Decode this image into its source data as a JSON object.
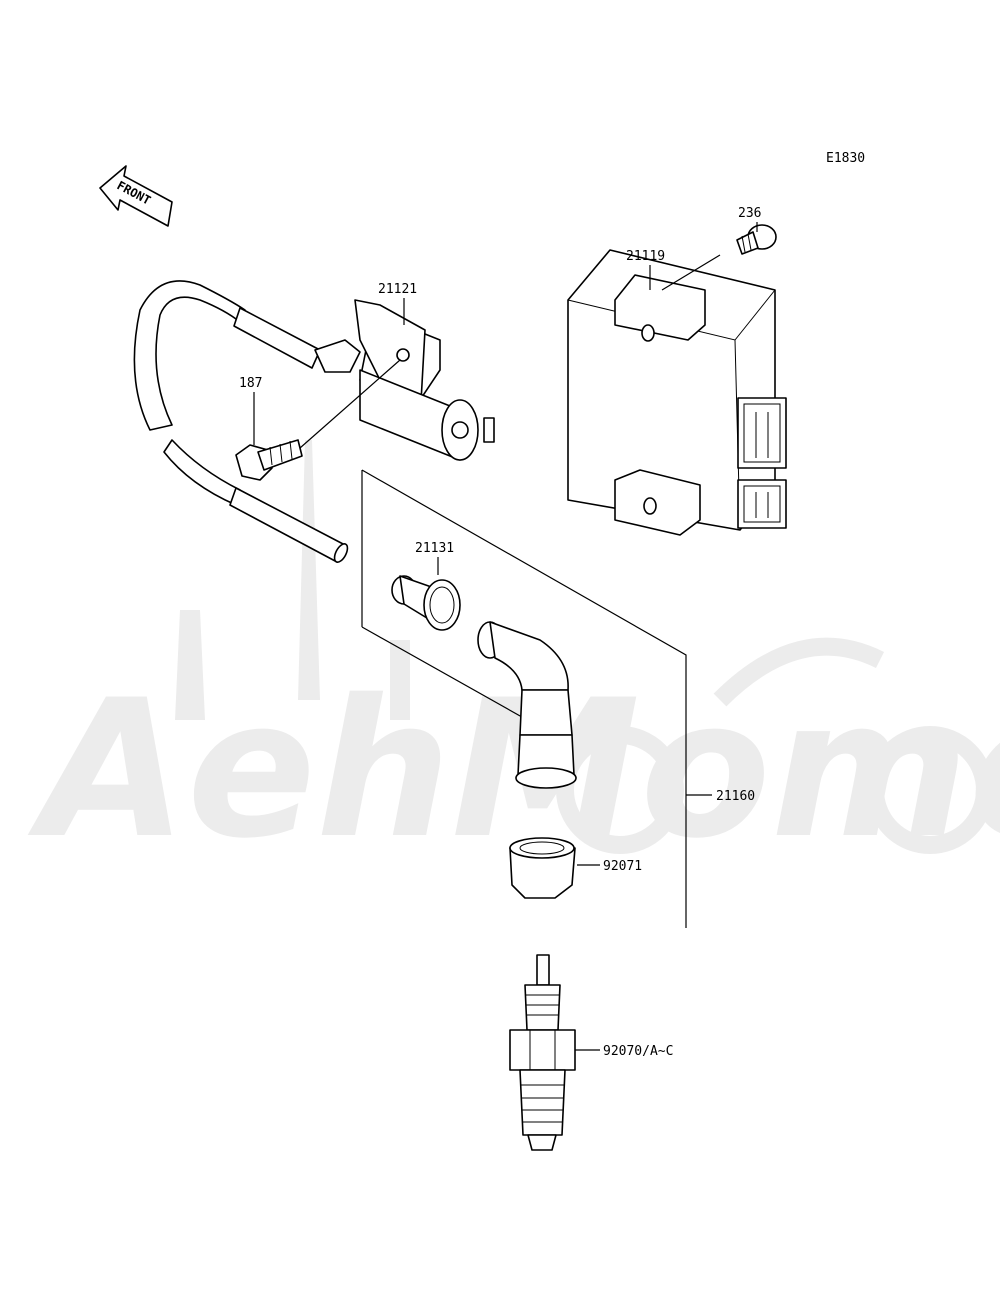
{
  "diagram_code": "E1830",
  "front_arrow_label": "FRONT",
  "watermark_text": "AehMomo",
  "parts": {
    "p236": "236",
    "p21119": "21119",
    "p21121": "21121",
    "p187": "187",
    "p21131": "21131",
    "p21160": "21160",
    "p92071": "92071",
    "p92070": "92070/A~C"
  },
  "colors": {
    "ink": "#000000",
    "watermark": "#ececec",
    "background": "#ffffff"
  }
}
